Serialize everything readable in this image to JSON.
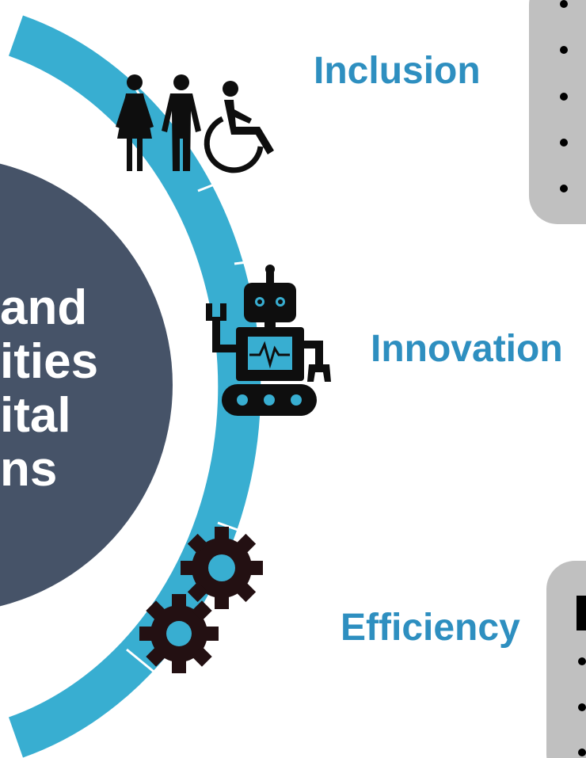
{
  "center": {
    "lines": [
      "and",
      "ities",
      "ital",
      "ns"
    ]
  },
  "sections": [
    {
      "key": "inclusion",
      "label": "Inclusion",
      "icon": "people-accessibility-icon"
    },
    {
      "key": "innovation",
      "label": "Innovation",
      "icon": "robot-icon"
    },
    {
      "key": "efficiency",
      "label": "Efficiency",
      "icon": "gears-icon"
    }
  ],
  "colors": {
    "arc": "#38aed1",
    "circle": "#465368",
    "heading": "#2e8fc0",
    "panel": "#c0c0c0",
    "icon": "#0e0e0e",
    "gear": "#231012"
  }
}
